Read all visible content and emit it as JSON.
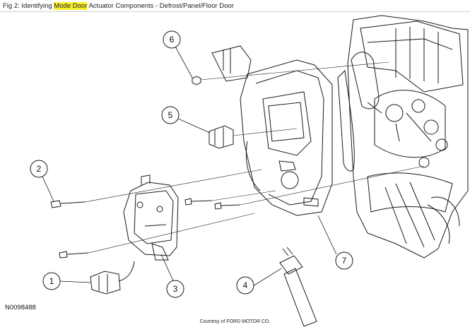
{
  "caption": {
    "prefix": "Fig 2: Identifying ",
    "highlight": "Mode Door",
    "suffix": " Actuator Components - Defrost/Panel/Floor Door",
    "highlight_color": "#f7ef2a"
  },
  "callouts": [
    "1",
    "2",
    "3",
    "4",
    "5",
    "6",
    "7"
  ],
  "part_code": "N0098488",
  "courtesy": "Courtesy of FORD MOTOR CO."
}
